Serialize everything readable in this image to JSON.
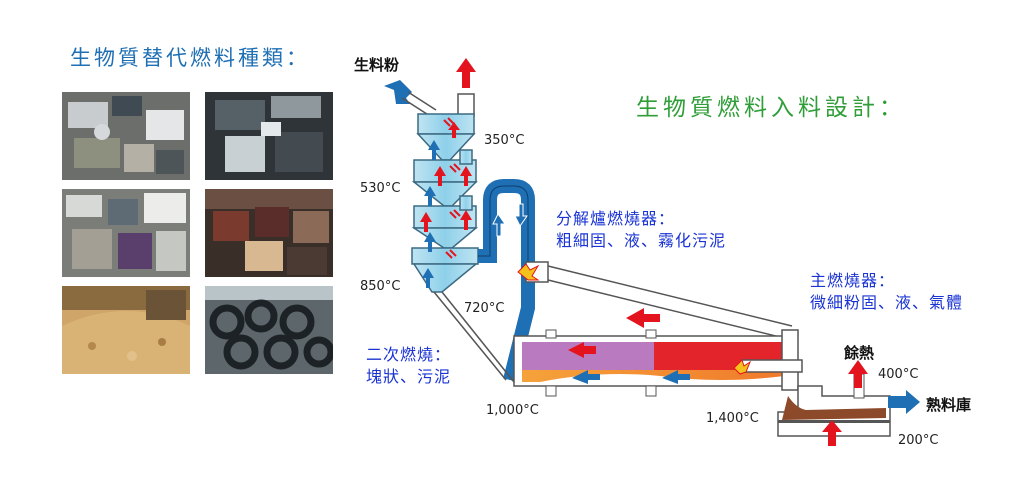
{
  "left_title": "生物質替代燃料種類：",
  "right_title": "生物質燃料入料設計：",
  "labels": {
    "raw_meal": "生料粉",
    "clinker_store": "熟料庫",
    "waste_heat": "餘熱"
  },
  "temperatures": {
    "t350": "350°C",
    "t530": "530°C",
    "t850": "850°C",
    "t720": "720°C",
    "t1000": "1,000°C",
    "t1400": "1,400°C",
    "t400": "400°C",
    "t200": "200°C"
  },
  "notes": {
    "calciner_title": "分解爐燃燒器：",
    "calciner_desc": "粗細固、液、霧化污泥",
    "main_title": "主燃燒器：",
    "main_desc": "微細粉固、液、氣體",
    "secondary_title": "二次燃燒：",
    "secondary_desc": "塊狀、污泥"
  },
  "colors": {
    "left_title": "#1f6fb4",
    "right_title": "#2f9e38",
    "notes": "#1a34d4",
    "flow_arrow": "#e4141e",
    "gas_pipe": "#1f6fb4",
    "kiln_purple": "#b97ac0",
    "kiln_red": "#e3242b"
  }
}
